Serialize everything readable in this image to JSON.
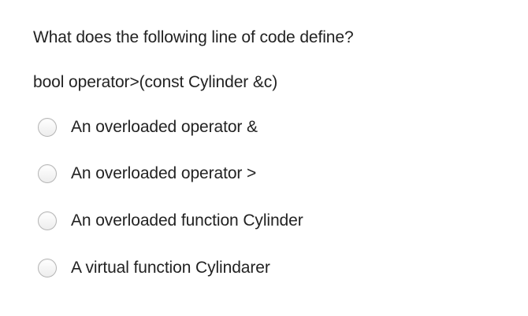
{
  "question": {
    "prompt": "What does the following line of code define?",
    "code": "bool operator>(const Cylinder &c)"
  },
  "options": [
    {
      "label": "An overloaded operator &",
      "selected": false
    },
    {
      "label": "An overloaded operator >",
      "selected": false
    },
    {
      "label": "An overloaded function Cylinder",
      "selected": false
    },
    {
      "label": "A virtual function Cylindarer",
      "selected": false
    }
  ]
}
